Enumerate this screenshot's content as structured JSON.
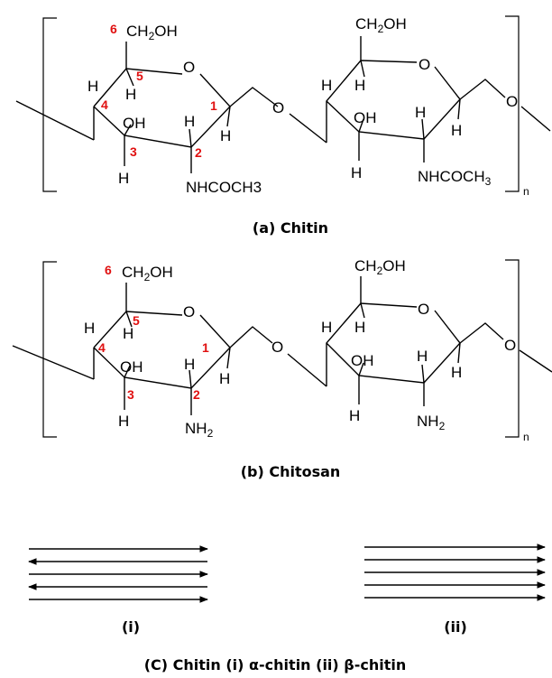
{
  "chitin": {
    "caption": "(a) Chitin",
    "ring1": {
      "ch2oh": "CH",
      "sub2": "2",
      "oh_tail": "OH",
      "ring_o": "O",
      "oh": "OH",
      "side_group": "NHCOCH3",
      "h": "H"
    },
    "ring2": {
      "ch2oh": "CH",
      "sub2": "2",
      "oh_tail": "OH",
      "ring_o": "O",
      "oh": "OH",
      "side_group": "NHCOCH",
      "side_sub": "3",
      "h": "H"
    },
    "bridge_o": "O",
    "end_o": "O",
    "repeat": "n",
    "numbers": [
      "1",
      "2",
      "3",
      "4",
      "5",
      "6"
    ]
  },
  "chitosan": {
    "caption": "(b) Chitosan",
    "ring1": {
      "ch2oh": "CH",
      "sub2": "2",
      "oh_tail": "OH",
      "ring_o": "O",
      "oh": "OH",
      "side_group": "NH",
      "side_sub": "2",
      "h": "H"
    },
    "ring2": {
      "ch2oh": "CH",
      "sub2": "2",
      "oh_tail": "OH",
      "ring_o": "O",
      "oh": "OH",
      "side_group": "NH",
      "side_sub": "2",
      "h": "H"
    },
    "bridge_o": "O",
    "end_o": "O",
    "repeat": "n",
    "numbers": [
      "1",
      "2",
      "3",
      "4",
      "5",
      "6"
    ]
  },
  "chains": {
    "alpha_label": "(i)",
    "beta_label": "(ii)",
    "alpha_directions": [
      "right",
      "left",
      "right",
      "left",
      "right"
    ],
    "beta_directions": [
      "right",
      "right",
      "right",
      "right",
      "right"
    ],
    "caption": "(C) Chitin (i) α-chitin (ii) β-chitin"
  }
}
